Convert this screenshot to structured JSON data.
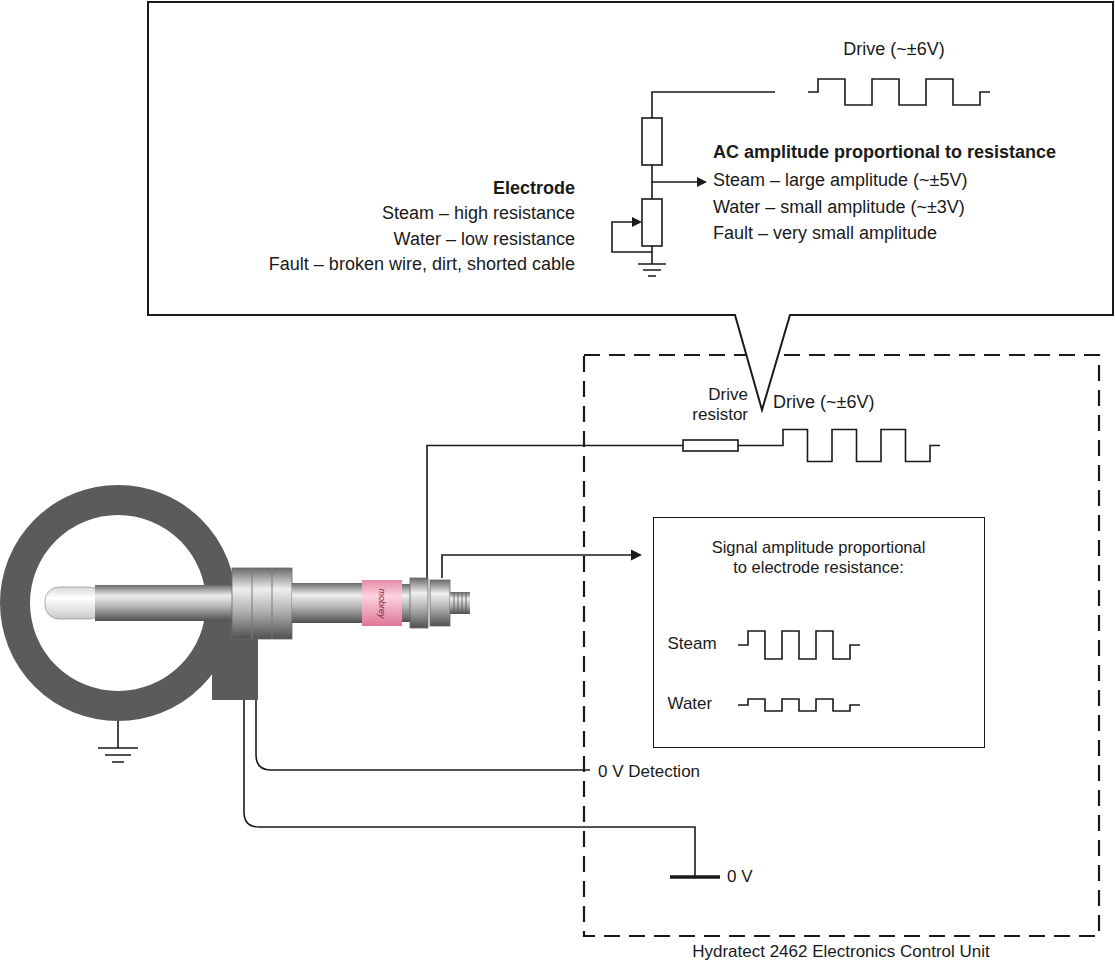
{
  "diagram": {
    "nodes": [
      {
        "text": [
          "Drive (~±6V)",
          "Electrode",
          "Steam – high resistance",
          "Water – low resistance",
          "Fault – broken wire, dirt, shorted cable",
          "AC amplitude proportional to resistance",
          "Steam – large amplitude (~±5V)",
          "Water – small amplitude (~±3V)",
          "Fault – very small amplitude"
        ]
      },
      {
        "text": [
          "Hydratect 2462 Electronics Control Unit",
          "Drive resistor",
          "Drive (~±6V)",
          "0 V Detection",
          "0 V"
        ]
      },
      {
        "text": [
          "Signal amplitude proportional to electrode resistance:",
          "Steam",
          "Water"
        ],
        "in": 1
      }
    ],
    "labels": [
      "mobrey"
    ]
  }
}
